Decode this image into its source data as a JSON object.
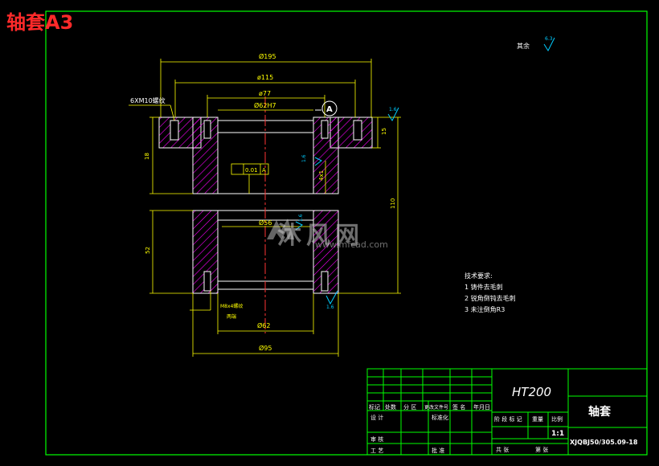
{
  "drawing": {
    "title": "轴套A3",
    "watermark_text": "沐风网",
    "watermark_url": "www.mfcad.com",
    "remaining_surface_label": "其余",
    "remaining_surface_value": "6.3"
  },
  "dimensions": {
    "d195": "Ø195",
    "d115": "ø115",
    "d77": "ø77",
    "d62h7": "Ø62H7",
    "d56": "Ø56",
    "d62": "Ø62",
    "d95": "Ø95",
    "holes": "6XM10螺纹",
    "len_18": "18",
    "len_15": "15",
    "len_110": "110",
    "len_52": "52",
    "len_4x1": "4x1",
    "tap": "M8x4螺纹",
    "tap2": "两端",
    "flatness": "0.01",
    "datum": "A",
    "rough_16a": "1.6",
    "rough_16b": "1.6",
    "rough_16c": "1.6",
    "rough_16d": "1.6"
  },
  "tech_notes": {
    "heading": "技术要求:",
    "items": [
      "1 铸件去毛刺",
      "2 锐角倒钝去毛刺",
      "3 未注倒角R3"
    ]
  },
  "title_block": {
    "material": "HT200",
    "part_name": "轴套",
    "scale": "1:1",
    "drawing_no": "XJQBJ50/305.09-18",
    "h_mark": "标记",
    "h_count": "处数",
    "h_zone": "分 区",
    "h_change_doc": "更改文件号",
    "h_sign": "签 名",
    "h_date": "年月日",
    "h_design": "设 计",
    "h_std": "标准化",
    "h_stage": "阶 段 标 记",
    "h_weight": "重量",
    "h_ratio": "比例",
    "h_check": "审 核",
    "h_process": "工 艺",
    "h_approve": "批 准",
    "h_sheets": "共  张",
    "h_sheet": "第  张"
  },
  "colors": {
    "frame": "#00ff00",
    "dimension": "#ffff00",
    "hatch": "#ff00ff",
    "section_lines": "#ffffff",
    "center_line": "#ff0000",
    "surface_mark": "#00ccff",
    "title_red": "#ff2a2a"
  }
}
